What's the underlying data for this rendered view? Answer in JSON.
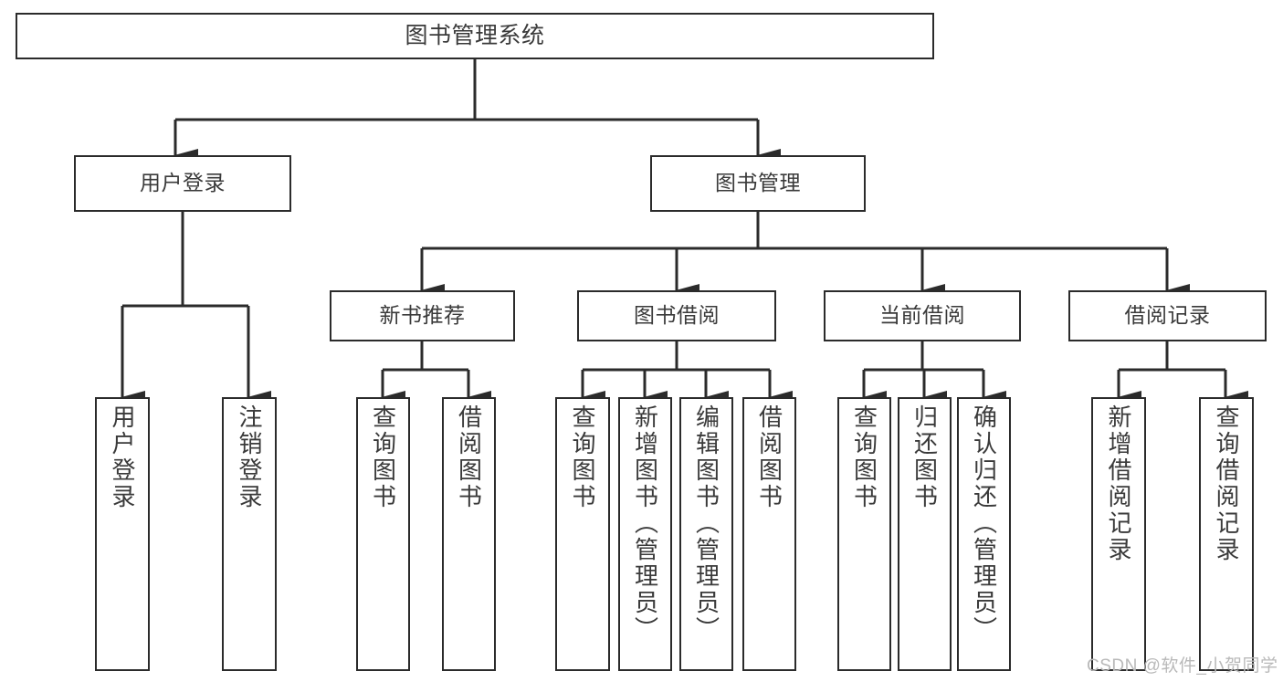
{
  "diagram": {
    "title": "图书管理系统",
    "type": "hierarchy-tree",
    "watermark": "CSDN @软件_小贺同学",
    "colors": {
      "stroke": "#2b2b2b",
      "text": "#3a3a3a",
      "background": "#ffffff",
      "watermark": "#b9b9b9"
    },
    "nodes": {
      "root": {
        "label": "图书管理系统"
      },
      "level2": [
        {
          "id": "user-login",
          "label": "用户登录"
        },
        {
          "id": "book-management",
          "label": "图书管理"
        }
      ],
      "level3": [
        {
          "id": "new-book-recommend",
          "label": "新书推荐"
        },
        {
          "id": "book-borrow",
          "label": "图书借阅"
        },
        {
          "id": "current-borrow",
          "label": "当前借阅"
        },
        {
          "id": "borrow-record",
          "label": "借阅记录"
        }
      ],
      "leaves": {
        "user-login": [
          {
            "id": "leaf-user-login",
            "label": "用户登录"
          },
          {
            "id": "leaf-logout-login",
            "label": "注销登录"
          }
        ],
        "new-book-recommend": [
          {
            "id": "leaf-query-book-1",
            "label": "查询图书"
          },
          {
            "id": "leaf-borrow-book-1",
            "label": "借阅图书"
          }
        ],
        "book-borrow": [
          {
            "id": "leaf-query-book-2",
            "label": "查询图书"
          },
          {
            "id": "leaf-add-book",
            "label": "新增图书（管理员）"
          },
          {
            "id": "leaf-edit-book",
            "label": "编辑图书（管理员）"
          },
          {
            "id": "leaf-borrow-book-2",
            "label": "借阅图书"
          }
        ],
        "current-borrow": [
          {
            "id": "leaf-query-book-3",
            "label": "查询图书"
          },
          {
            "id": "leaf-return-book",
            "label": "归还图书"
          },
          {
            "id": "leaf-confirm-return",
            "label": "确认归还（管理员）"
          }
        ],
        "borrow-record": [
          {
            "id": "leaf-add-record",
            "label": "新增借阅记录"
          },
          {
            "id": "leaf-query-record",
            "label": "查询借阅记录"
          }
        ]
      }
    }
  }
}
